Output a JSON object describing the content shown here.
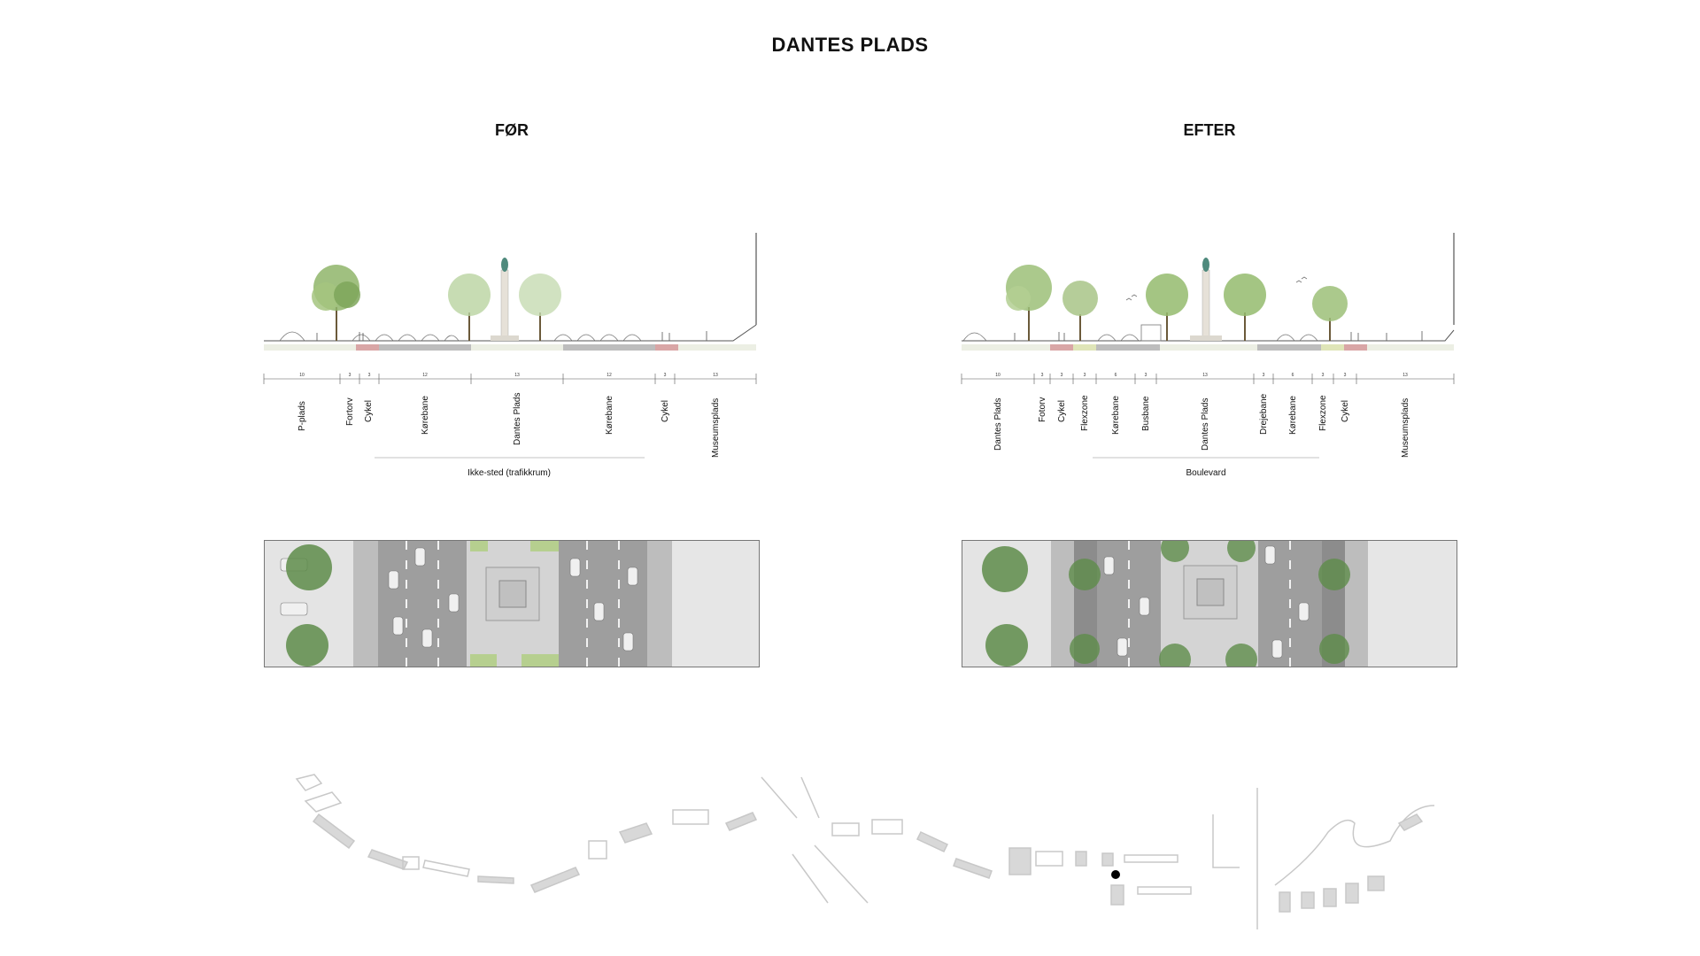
{
  "page_title": "DANTES PLADS",
  "before": {
    "title": "FØR",
    "dimensions": [
      "10",
      "3",
      "3",
      "12",
      "13",
      "12",
      "3",
      "13"
    ],
    "zones": [
      "P-plads",
      "Fortorv",
      "Cykel",
      "Kørebane",
      "Dantes Plads",
      "Kørebane",
      "Cykel",
      "Museumsplads"
    ],
    "group_label": "Ikke-sted (trafikkrum)"
  },
  "after": {
    "title": "EFTER",
    "dimensions": [
      "10",
      "3",
      "3",
      "3",
      "6",
      "3",
      "13",
      "3",
      "6",
      "3",
      "3",
      "13"
    ],
    "zones": [
      "Dantes Plads",
      "Fotorv",
      "Cykel",
      "Flexzone",
      "Kørebane",
      "Busbane",
      "Dantes Plads",
      "Drejebane",
      "Kørebane",
      "Flexzone",
      "Cykel",
      "Museumsplads"
    ],
    "group_label": "Boulevard"
  },
  "colors": {
    "tree": "#8fb56a",
    "road": "#bdbdbd",
    "bike": "#d9a6a6",
    "flex": "#dfe5b8",
    "pavement": "#ecefe4",
    "location_dot": "#000000",
    "context_buildings": "#d6d6d6"
  }
}
